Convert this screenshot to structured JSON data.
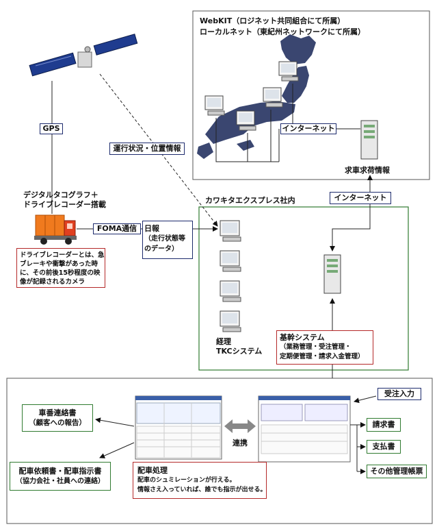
{
  "webkit": {
    "line1": "WebKIT（ロジネット共同組合にて所属）",
    "line2": "ローカルネット（東紀州ネットワークにて所属）",
    "internet": "インターネット",
    "jobinfo": "求車求荷情報"
  },
  "satellite": {
    "gps": "GPS",
    "status": "運行状況・位置情報"
  },
  "truck": {
    "title1": "デジタルタコグラフ＋",
    "title2": "ドライブレコーダー搭載",
    "note": [
      "ドライブレコーダーとは、急",
      "ブレーキや衝撃があった時",
      "に、その前後15秒程度の映",
      "像が記録されるカメラ"
    ],
    "foma": "FOMA通信",
    "daily": [
      "日報",
      "（走行状態等",
      "のデータ）"
    ]
  },
  "office": {
    "title": "カワキタエクスプレス社内",
    "internet": "インターネット",
    "keiri": [
      "経理",
      "TKCシステム"
    ],
    "core": [
      "基幹システム",
      "（業務管理・受注管理・",
      "定期便管理・請求入金管理）"
    ]
  },
  "bottom": {
    "vehicle_report": [
      "車番連絡書",
      "（顧客への報告）"
    ],
    "dispatch_req": [
      "配車依頼書・配車指示書",
      "（協力会社・社員への連絡）"
    ],
    "dispatch": [
      "配車処理",
      "配車のシュミレーションが行える。",
      "情報さえ入っていれば、誰でも指示が出せる。"
    ],
    "link": "連携",
    "order_input": "受注入力",
    "invoice": "請求書",
    "payment": "支払書",
    "other": "その他管理帳票"
  },
  "colors": {
    "navy": "#1c2a6c",
    "green": "#2f7a2f",
    "red": "#b42828",
    "map": "#3a4670"
  }
}
